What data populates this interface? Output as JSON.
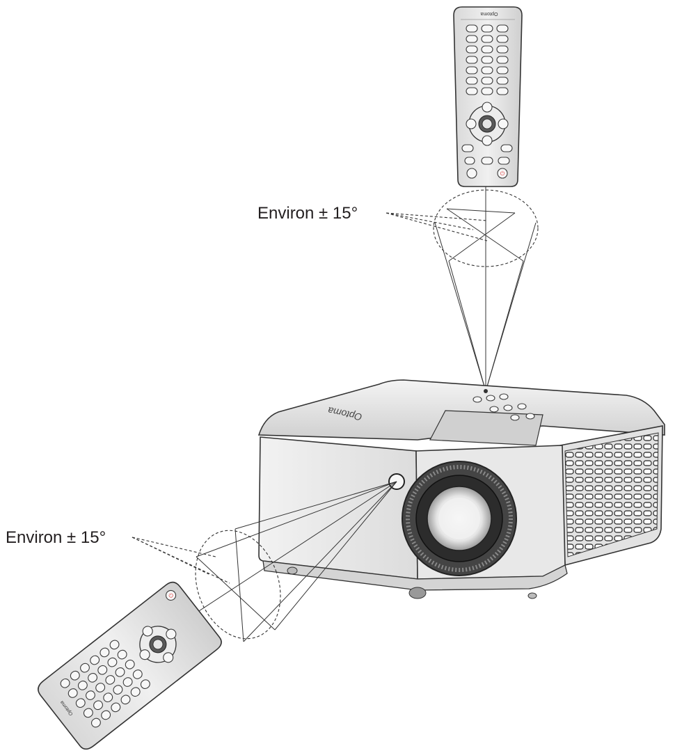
{
  "labels": {
    "angle_top": "Environ ± 15°",
    "angle_bottom": "Environ ± 15°"
  },
  "brand": {
    "logo_text": "Optoma"
  },
  "colors": {
    "power_button": "#e23b3b",
    "outline": "#333333",
    "device_body": "#e9e9e9"
  }
}
